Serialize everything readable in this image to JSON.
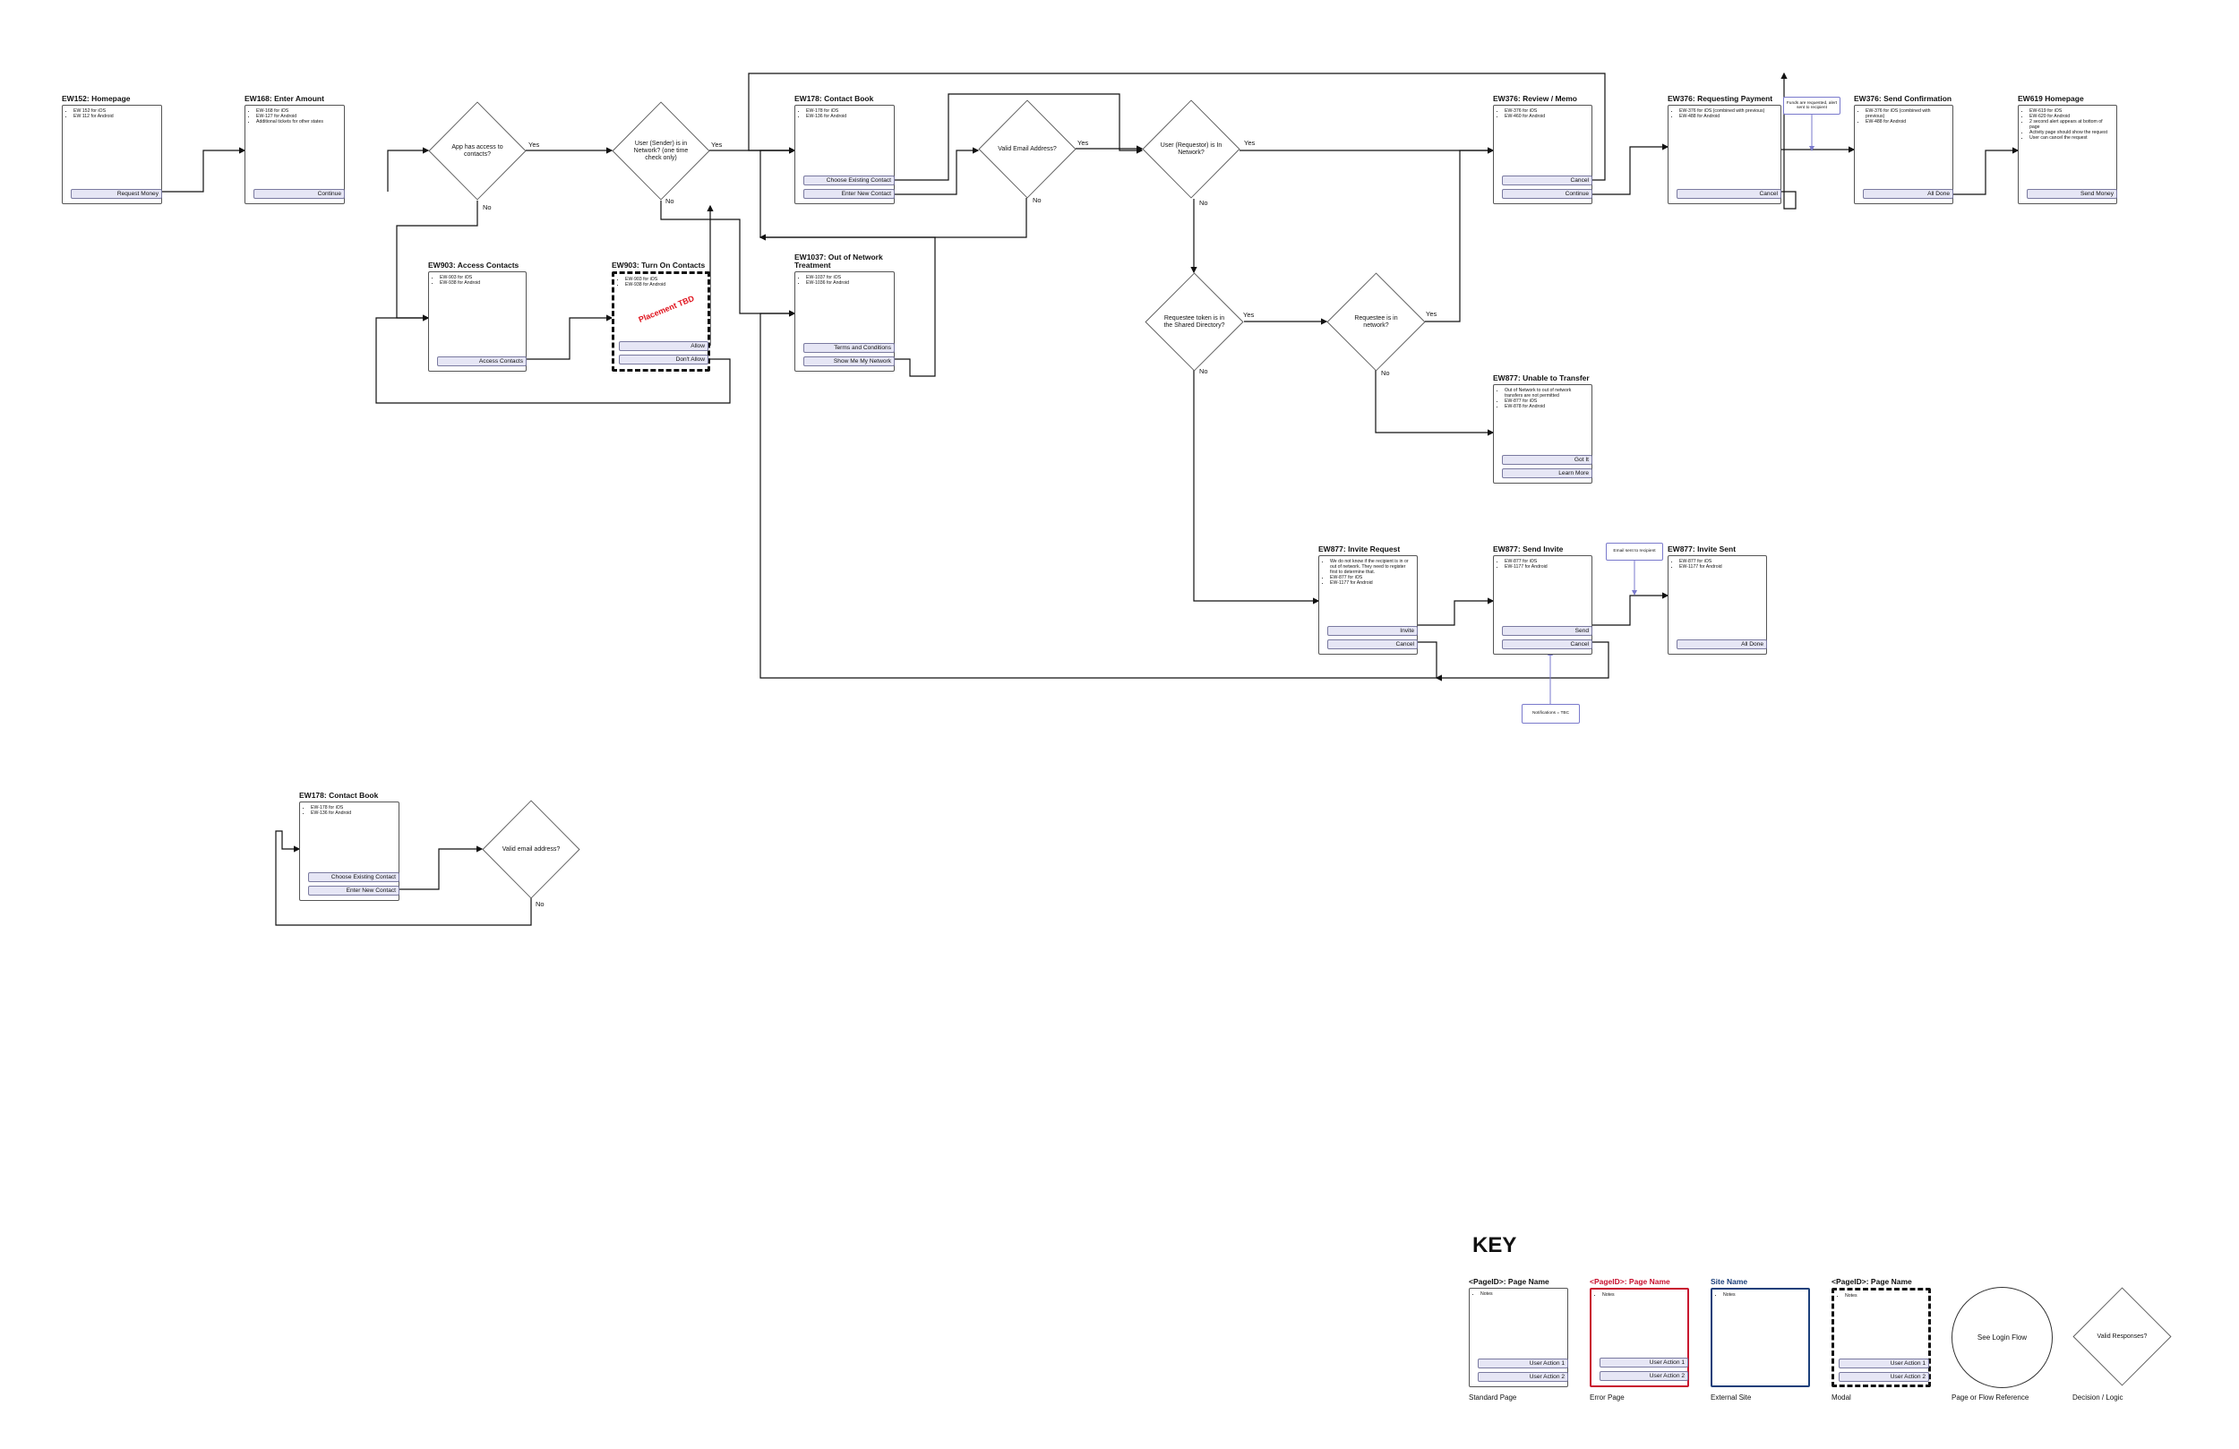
{
  "pages": {
    "p152": {
      "title": "EW152: Homepage",
      "notes": [
        "EW 152 for iOS",
        "EW 112 for Android"
      ],
      "actions": [
        "Request Money"
      ]
    },
    "p168": {
      "title": "EW168: Enter Amount",
      "notes": [
        "EW-168 for iOS",
        "EW-127 for Android",
        "Additional tickets for other states"
      ],
      "actions": [
        "Continue"
      ]
    },
    "p903a": {
      "title": "EW903: Access Contacts",
      "notes": [
        "EW-903 for iOS",
        "EW-938 for Android"
      ],
      "actions": [
        "Access Contacts"
      ]
    },
    "p903b": {
      "title": "EW903: Turn On Contacts",
      "notes": [
        "EW-903 for iOS",
        "EW-938 for Android"
      ],
      "actions": [
        "Allow",
        "Don't Allow"
      ]
    },
    "p178": {
      "title": "EW178: Contact Book",
      "notes": [
        "EW-178 for iOS",
        "EW-136 for Android"
      ],
      "actions": [
        "Choose Existing Contact",
        "Enter New Contact"
      ]
    },
    "p1037": {
      "title": "EW1037: Out of Network Treatment",
      "notes": [
        "EW-1037 for iOS",
        "EW-1036 for Android"
      ],
      "actions": [
        "Terms and Conditions",
        "Show Me My Network"
      ]
    },
    "p376a": {
      "title": "EW376: Review / Memo",
      "notes": [
        "EW-376 for iOS",
        "EW-460 for Android"
      ],
      "actions": [
        "Cancel",
        "Continue"
      ]
    },
    "p376b": {
      "title": "EW376: Requesting Payment",
      "notes": [
        "EW-376 for iOS (combined with previous)",
        "EW-488 for Android"
      ],
      "actions": [
        "Cancel"
      ]
    },
    "p376c": {
      "title": "EW376: Send Confirmation",
      "notes": [
        "EW-376 for iOS (combined with previous)",
        "EW-488 for Android"
      ],
      "actions": [
        "All Done"
      ]
    },
    "p619": {
      "title": "EW619 Homepage",
      "notes": [
        "EW-619 for iOS",
        "EW-620 for Android",
        "2 second alert appears at bottom of page",
        "Activity page should show the request",
        "User can cancel the request"
      ],
      "actions": [
        "Send Money"
      ]
    },
    "p877u": {
      "title": "EW877: Unable to Transfer",
      "notes": [
        "Out of Network to out of network transfers are not permitted",
        "EW-877 for iOS",
        "EW-878 for Android"
      ],
      "actions": [
        "Got It",
        "Learn More"
      ]
    },
    "p877i": {
      "title": "EW877: Invite Request",
      "notes": [
        "We do not know if the recipient is in or out of network.  They need to register first to determine that.",
        "EW-877 for iOS",
        "EW-1177 for Android"
      ],
      "actions": [
        "Invite",
        "Cancel"
      ]
    },
    "p877s": {
      "title": "EW877: Send Invite",
      "notes": [
        "EW-877 for iOS",
        "EW-1177 for Android"
      ],
      "actions": [
        "Send",
        "Cancel"
      ]
    },
    "p877t": {
      "title": "EW877: Invite Sent",
      "notes": [
        "EW-877 for iOS",
        "EW-1177 for Android"
      ],
      "actions": [
        "All Done"
      ]
    },
    "p178b": {
      "title": "EW178: Contact Book",
      "notes": [
        "EW-178 for iOS",
        "EW-136 for Android"
      ],
      "actions": [
        "Choose Existing Contact",
        "Enter New Contact"
      ]
    }
  },
  "decisions": {
    "d_access": "App has access to contacts?",
    "d_sender": "User (Sender) is in Network? (one time check only)",
    "d_email": "Valid Email Address?",
    "d_requestor": "User (Requestor) is In Network?",
    "d_token": "Requestee token is in the Shared Directory?",
    "d_reqnet": "Requestee is in network?",
    "d_email2": "Valid email address?"
  },
  "edge_labels": {
    "yes": "Yes",
    "no": "No"
  },
  "stamp": "Placement TBD",
  "callouts": {
    "funds": "Funds are requested, alert sent to recipient",
    "email": "Email sent to recipient",
    "notify": "Notifications = TBC"
  },
  "key": {
    "title": "KEY",
    "standard": {
      "title": "<PageID>: Page Name",
      "note": "Notes",
      "actions": [
        "User Action 1",
        "User Action 2"
      ],
      "caption": "Standard Page"
    },
    "error": {
      "title": "<PageID>: Page Name",
      "note": "Notes",
      "actions": [
        "User Action 1",
        "User Action 2"
      ],
      "caption": "Error Page"
    },
    "site": {
      "title": "Site Name",
      "note": "Notes",
      "caption": "External Site"
    },
    "modal": {
      "title": "<PageID>: Page Name",
      "note": "Notes",
      "actions": [
        "User Action 1",
        "User Action 2"
      ],
      "caption": "Modal"
    },
    "reference": {
      "label": "See Login Flow",
      "caption": "Page or Flow Reference"
    },
    "decision": {
      "label": "Valid Responses?",
      "caption": "Decision / Logic"
    }
  },
  "colors": {
    "error": "#c8102e",
    "site": "#1b3f7a",
    "action_fill": "#e6e6f5",
    "stamp": "#e0141e",
    "callout_border": "#7a7acc"
  }
}
